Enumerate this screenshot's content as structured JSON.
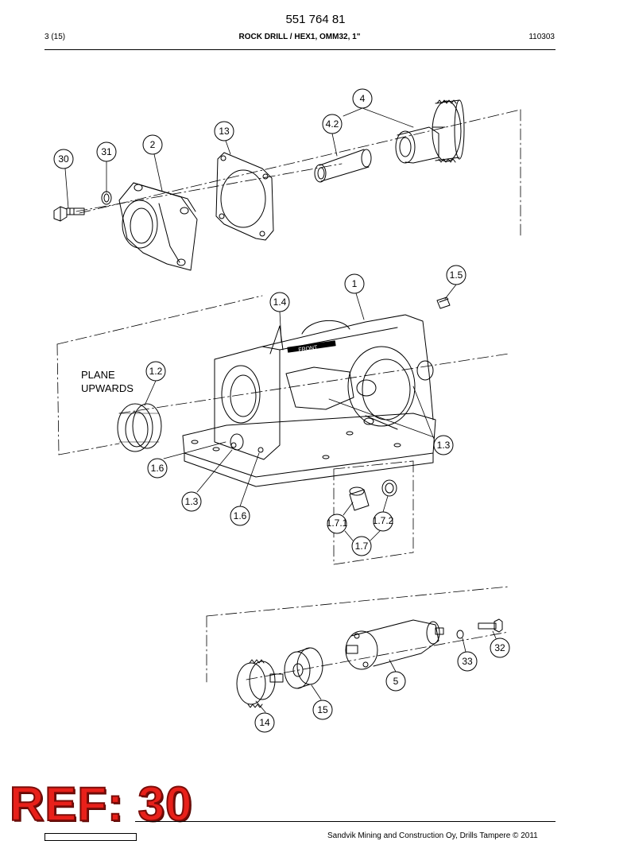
{
  "header": {
    "document_number": "551 764 81",
    "page": "3 (15)",
    "title": "ROCK DRILL / HEX1, OMM32, 1\"",
    "code": "110303"
  },
  "callouts": {
    "c30": "30",
    "c31": "31",
    "c2": "2",
    "c13": "13",
    "c4": "4",
    "c4_2": "4.2",
    "c1": "1",
    "c1_5": "1.5",
    "c1_4": "1.4",
    "c1_2": "1.2",
    "c1_3a": "1.3",
    "c1_3b": "1.3",
    "c1_6a": "1.6",
    "c1_6b": "1.6",
    "c1_7": "1.7",
    "c1_7_1": "1.7.1",
    "c1_7_2": "1.7.2",
    "c32": "32",
    "c33": "33",
    "c5": "5",
    "c14": "14",
    "c15": "15"
  },
  "note": {
    "line1": "PLANE",
    "line2": "UPWARDS"
  },
  "housing_marking": "FRONT",
  "stamp": "REF: 30",
  "footer": {
    "copyright": "Sandvik Mining and Construction Oy, Drills Tampere © 2011"
  }
}
